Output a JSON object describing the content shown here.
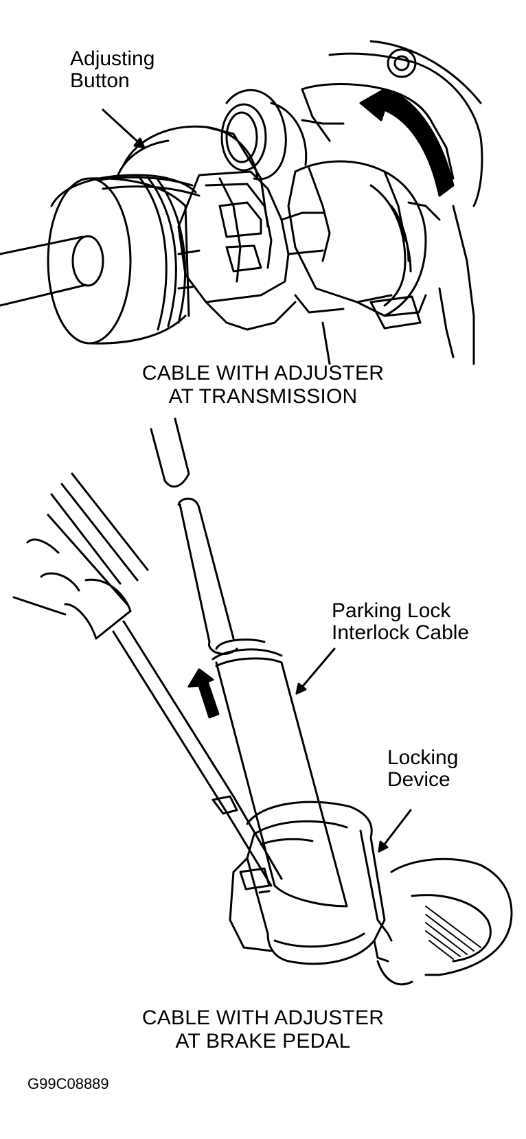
{
  "labels": {
    "adjusting_button": [
      "Adjusting",
      "Button"
    ],
    "parking_lock_cable": [
      "Parking Lock",
      "Interlock Cable"
    ],
    "locking_device": [
      "Locking",
      "Device"
    ]
  },
  "captions": {
    "top": [
      "CABLE WITH ADJUSTER",
      "AT TRANSMISSION"
    ],
    "bottom": [
      "CABLE WITH ADJUSTER",
      "AT BRAKE PEDAL"
    ]
  },
  "figure_id": "G99C08889",
  "colors": {
    "ink": "#000000",
    "paper": "#ffffff"
  }
}
